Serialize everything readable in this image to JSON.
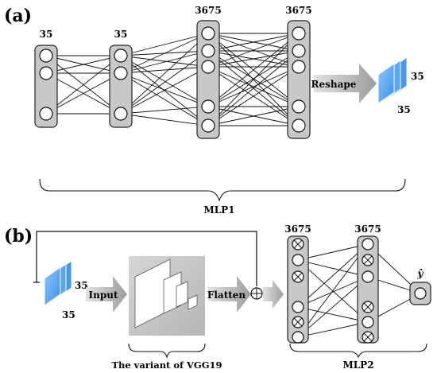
{
  "panel_a": {
    "label": "(a)",
    "layer_sizes": [
      "35",
      "35",
      "3675",
      "3675"
    ],
    "reshape_label": "Reshape",
    "output_dims": [
      "35",
      "35"
    ],
    "group_label": "MLP1"
  },
  "panel_b": {
    "label": "(b)",
    "input_dims": [
      "35",
      "35"
    ],
    "input_label": "Input",
    "vgg_label": "The variant of VGG19",
    "flatten_label": "Flatten",
    "layer_sizes": [
      "3675",
      "3675"
    ],
    "output_symbol": "ŷ",
    "group_label": "MLP2"
  },
  "colors": {
    "column_fill": "#c8c8c8",
    "tensor_blue": "#5aa8f0",
    "arrow_gray": "#b9b9b9"
  }
}
